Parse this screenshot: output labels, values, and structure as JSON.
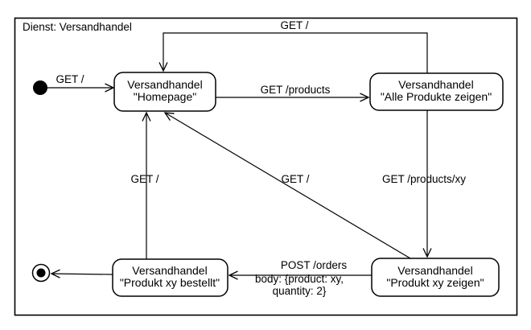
{
  "diagram": {
    "title": "Dienst: Versandhandel",
    "colors": {
      "line": "#000000",
      "background": "#ffffff"
    },
    "states": {
      "homepage": {
        "line1": "Versandhandel",
        "line2": "\"Homepage\""
      },
      "alle_produkte": {
        "line1": "Versandhandel",
        "line2": "\"Alle Produkte zeigen\""
      },
      "produkt_zeigen": {
        "line1": "Versandhandel",
        "line2": "\"Produkt xy zeigen\""
      },
      "produkt_bestellt": {
        "line1": "Versandhandel",
        "line2": "\"Produkt xy bestellt\""
      }
    },
    "transitions": {
      "initial_to_homepage": {
        "from": "initial",
        "to": "homepage",
        "label": "GET /"
      },
      "alle_produkte_to_homepage": {
        "from": "alle_produkte",
        "to": "homepage",
        "label": "GET /"
      },
      "homepage_to_alle_produkte": {
        "from": "homepage",
        "to": "alle_produkte",
        "label": "GET /products"
      },
      "alle_produkte_to_produkt_zeigen": {
        "from": "alle_produkte",
        "to": "produkt_zeigen",
        "label": "GET /products/xy"
      },
      "produkt_zeigen_to_homepage": {
        "from": "produkt_zeigen",
        "to": "homepage",
        "label": "GET /"
      },
      "produkt_bestellt_to_homepage": {
        "from": "produkt_bestellt",
        "to": "homepage",
        "label": "GET /"
      },
      "produkt_zeigen_to_produkt_bestellt": {
        "from": "produkt_zeigen",
        "to": "produkt_bestellt",
        "label_line1": "POST /orders",
        "label_line2": "body: {product: xy,",
        "label_line3": "quantity: 2}"
      },
      "produkt_bestellt_to_final": {
        "from": "produkt_bestellt",
        "to": "final",
        "label": ""
      }
    }
  }
}
